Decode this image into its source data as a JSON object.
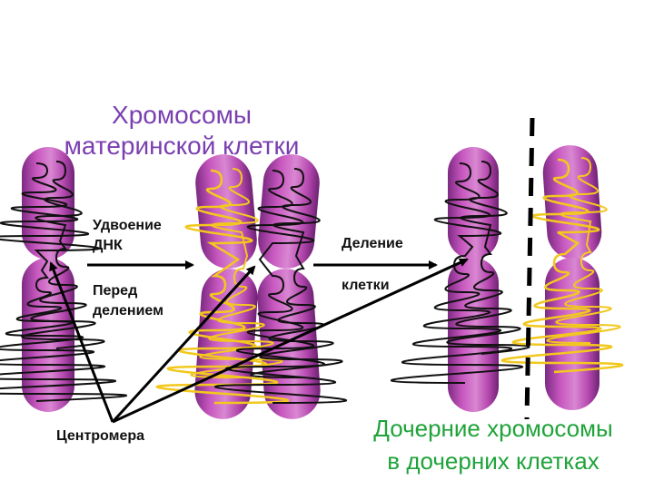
{
  "title": {
    "line1": "Хромосомы",
    "line2": "материнской клетки"
  },
  "steps": {
    "replication_line1": "Удвоение",
    "replication_line2": "ДНК",
    "before_line1": "Перед",
    "before_line2": "делением",
    "division_line1": "Деление",
    "division_line2": "клетки"
  },
  "centromere_label": "Центромера",
  "daughter": {
    "line1": "Дочерние хромосомы",
    "line2": "в дочерних клетках"
  },
  "colors": {
    "title": "#7A3FB0",
    "daughter_text": "#1FA33A",
    "chromatid": "#B447AE",
    "old_dna_strand": "#111111",
    "new_dna_strand": "#F2C81E",
    "divider": "#000000"
  },
  "icons": [
    "right-arrow-icon",
    "pointer-arrow-icon",
    "dashed-divider"
  ]
}
